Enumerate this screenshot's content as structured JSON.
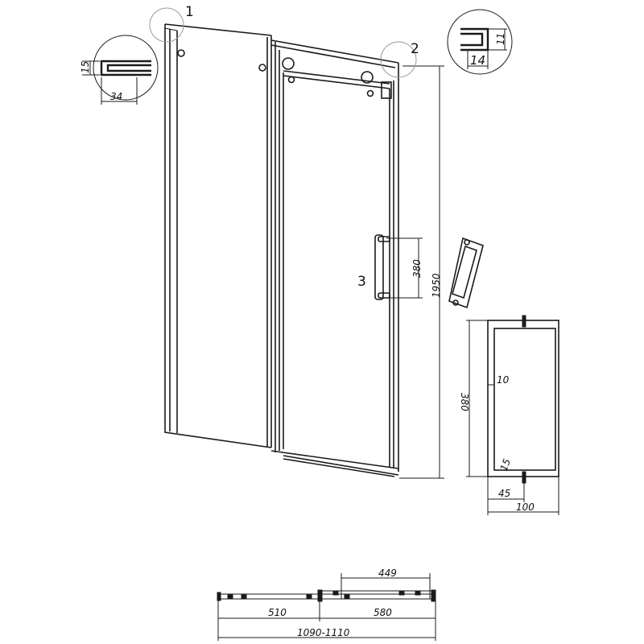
{
  "callouts": {
    "c1": "1",
    "c2": "2",
    "c3": "3"
  },
  "detail1": {
    "height": "15",
    "width": "34"
  },
  "detail2": {
    "height": "11",
    "width": "14"
  },
  "main": {
    "door_height": "1950",
    "handle_spacing": "380"
  },
  "handle_detail": {
    "spacing": "380",
    "bar_dia": "10",
    "depth": "45",
    "overall": "100",
    "gap": "15"
  },
  "plan": {
    "moving_panel": "449",
    "fixed_width": "510",
    "door_width": "580",
    "total_width": "1090-1110"
  }
}
